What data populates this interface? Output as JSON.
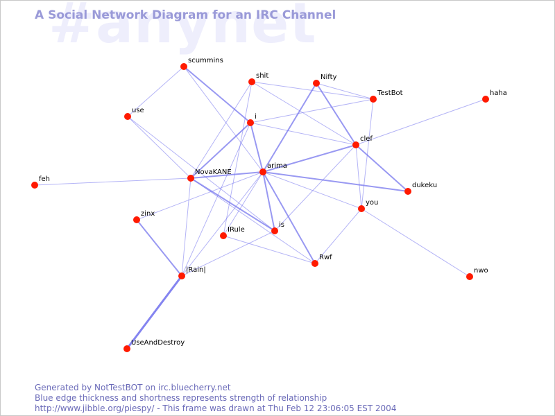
{
  "header": {
    "watermark": "#anynet",
    "title": "A Social Network Diagram for an IRC Channel"
  },
  "footer": {
    "line1": "Generated by NotTestBOT on irc.bluecherry.net",
    "line2": "Blue edge thickness and shortness represents strength of relationship",
    "line3": "http://www.jibble.org/piespy/ - This frame was drawn at Thu Feb 12 23:06:05 EST 2004"
  },
  "colors": {
    "node": "#ff1a00",
    "edge": "#7777ee",
    "title": "#9a9ad8",
    "watermark": "#eeeefc",
    "footer": "#6a6ab8"
  },
  "nodes": [
    {
      "id": "scummins",
      "label": "scummins"
    },
    {
      "id": "shit",
      "label": "shit"
    },
    {
      "id": "Nifty",
      "label": "Nifty"
    },
    {
      "id": "TestBot",
      "label": "TestBot"
    },
    {
      "id": "haha",
      "label": "haha"
    },
    {
      "id": "use",
      "label": "use"
    },
    {
      "id": "i",
      "label": "i"
    },
    {
      "id": "clef",
      "label": "clef"
    },
    {
      "id": "feh",
      "label": "feh"
    },
    {
      "id": "NovaKANE",
      "label": "NovaKANE"
    },
    {
      "id": "arima",
      "label": "arima"
    },
    {
      "id": "dukeku",
      "label": "dukeku"
    },
    {
      "id": "you",
      "label": "you"
    },
    {
      "id": "zinx",
      "label": "zinx"
    },
    {
      "id": "is",
      "label": "is"
    },
    {
      "id": "IRule",
      "label": "IRule"
    },
    {
      "id": "Rwf",
      "label": "Rwf"
    },
    {
      "id": "IRainl",
      "label": "|Rain|"
    },
    {
      "id": "nwo",
      "label": "nwo"
    },
    {
      "id": "UseAndDestroy",
      "label": "UseAndDestroy"
    }
  ],
  "edges": [
    {
      "source": "scummins",
      "target": "i",
      "strength": 2
    },
    {
      "source": "scummins",
      "target": "use",
      "strength": 1
    },
    {
      "source": "scummins",
      "target": "arima",
      "strength": 1
    },
    {
      "source": "shit",
      "target": "TestBot",
      "strength": 1
    },
    {
      "source": "shit",
      "target": "clef",
      "strength": 1
    },
    {
      "source": "shit",
      "target": "IRule",
      "strength": 1
    },
    {
      "source": "shit",
      "target": "NovaKANE",
      "strength": 1
    },
    {
      "source": "Nifty",
      "target": "arima",
      "strength": 2
    },
    {
      "source": "Nifty",
      "target": "clef",
      "strength": 2
    },
    {
      "source": "Nifty",
      "target": "TestBot",
      "strength": 1
    },
    {
      "source": "TestBot",
      "target": "you",
      "strength": 1
    },
    {
      "source": "TestBot",
      "target": "i",
      "strength": 1
    },
    {
      "source": "haha",
      "target": "clef",
      "strength": 1
    },
    {
      "source": "use",
      "target": "NovaKANE",
      "strength": 1
    },
    {
      "source": "use",
      "target": "is",
      "strength": 1
    },
    {
      "source": "i",
      "target": "arima",
      "strength": 2
    },
    {
      "source": "i",
      "target": "NovaKANE",
      "strength": 2
    },
    {
      "source": "i",
      "target": "clef",
      "strength": 1
    },
    {
      "source": "i",
      "target": "IRainl",
      "strength": 1
    },
    {
      "source": "clef",
      "target": "arima",
      "strength": 2
    },
    {
      "source": "clef",
      "target": "dukeku",
      "strength": 2
    },
    {
      "source": "clef",
      "target": "you",
      "strength": 1
    },
    {
      "source": "clef",
      "target": "is",
      "strength": 1
    },
    {
      "source": "feh",
      "target": "NovaKANE",
      "strength": 1
    },
    {
      "source": "NovaKANE",
      "target": "arima",
      "strength": 2
    },
    {
      "source": "NovaKANE",
      "target": "is",
      "strength": 2
    },
    {
      "source": "NovaKANE",
      "target": "IRainl",
      "strength": 1
    },
    {
      "source": "NovaKANE",
      "target": "Rwf",
      "strength": 1
    },
    {
      "source": "arima",
      "target": "dukeku",
      "strength": 2
    },
    {
      "source": "arima",
      "target": "is",
      "strength": 2
    },
    {
      "source": "arima",
      "target": "Rwf",
      "strength": 2
    },
    {
      "source": "arima",
      "target": "zinx",
      "strength": 1
    },
    {
      "source": "arima",
      "target": "IRule",
      "strength": 1
    },
    {
      "source": "arima",
      "target": "IRainl",
      "strength": 1
    },
    {
      "source": "arima",
      "target": "you",
      "strength": 1
    },
    {
      "source": "you",
      "target": "Rwf",
      "strength": 1
    },
    {
      "source": "you",
      "target": "nwo",
      "strength": 1
    },
    {
      "source": "IRule",
      "target": "Rwf",
      "strength": 1
    },
    {
      "source": "is",
      "target": "IRainl",
      "strength": 1
    },
    {
      "source": "zinx",
      "target": "IRainl",
      "strength": 2
    },
    {
      "source": "IRainl",
      "target": "UseAndDestroy",
      "strength": 3
    }
  ]
}
